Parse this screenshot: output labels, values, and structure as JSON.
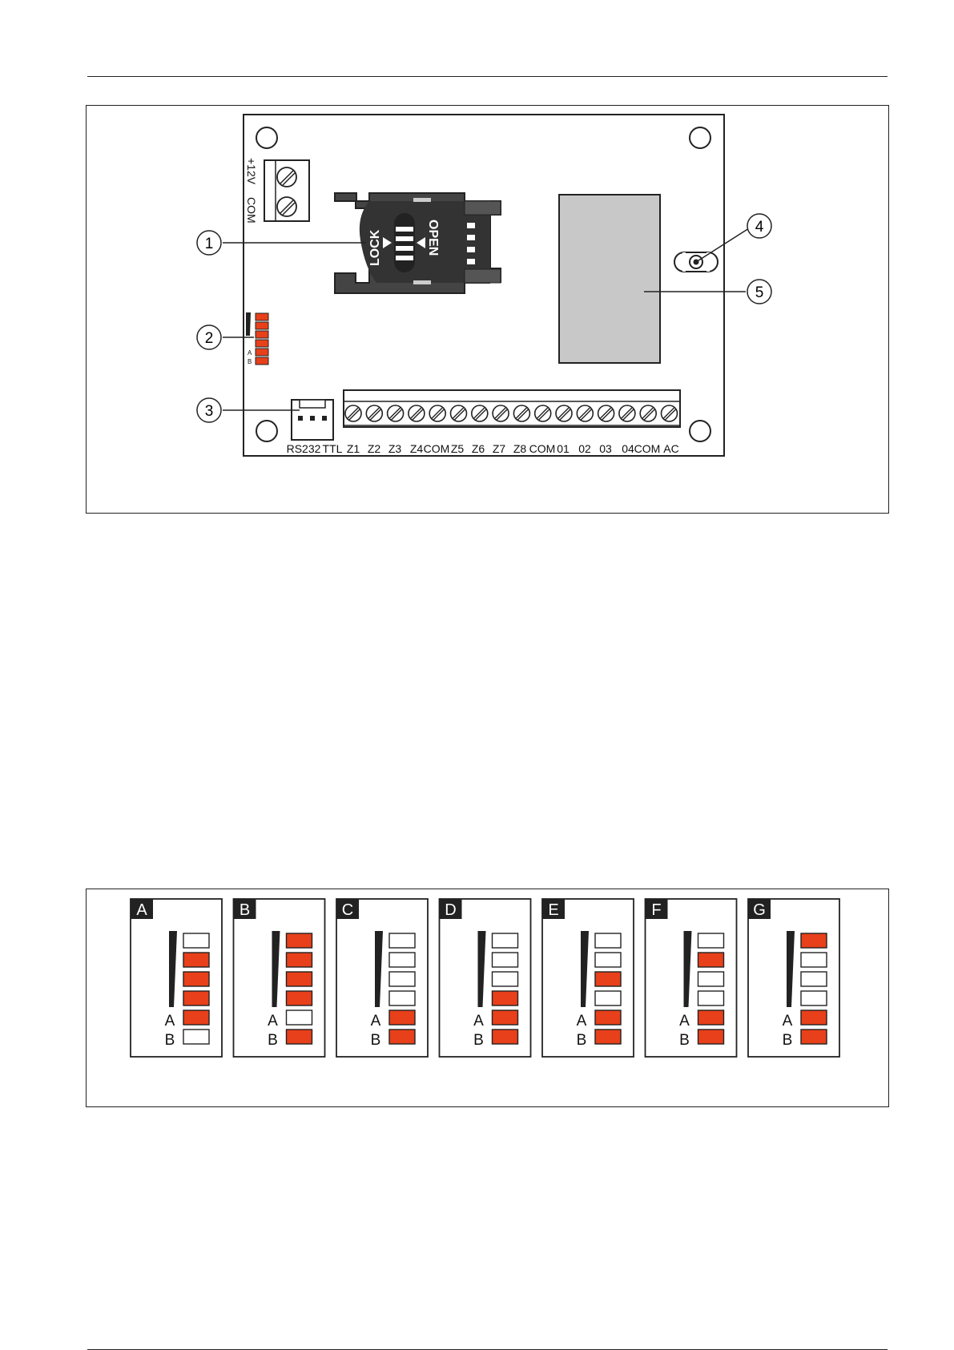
{
  "board": {
    "power_labels": [
      "+12V",
      "COM"
    ],
    "sim": {
      "lock_label": "LOCK",
      "open_label": "OPEN"
    },
    "terminals": [
      "RS232",
      "TTL",
      "Z1",
      "Z2",
      "Z3",
      "Z4",
      "COM",
      "Z5",
      "Z6",
      "Z7",
      "Z8",
      "COM",
      "01",
      "02",
      "03",
      "04",
      "COM",
      "AC"
    ],
    "led_small_labels": [
      "A",
      "B"
    ],
    "callouts": [
      "1",
      "2",
      "3",
      "4",
      "5"
    ]
  },
  "led_states": {
    "led_labels": [
      "A",
      "B"
    ],
    "panels": [
      {
        "letter": "A",
        "leds": [
          false,
          true,
          true,
          true,
          true,
          false
        ]
      },
      {
        "letter": "B",
        "leds": [
          true,
          true,
          true,
          true,
          false,
          true
        ]
      },
      {
        "letter": "C",
        "leds": [
          false,
          false,
          false,
          false,
          true,
          true
        ]
      },
      {
        "letter": "D",
        "leds": [
          false,
          false,
          false,
          true,
          true,
          true
        ]
      },
      {
        "letter": "E",
        "leds": [
          false,
          false,
          true,
          false,
          true,
          true
        ]
      },
      {
        "letter": "F",
        "leds": [
          false,
          true,
          false,
          false,
          true,
          true
        ]
      },
      {
        "letter": "G",
        "leds": [
          true,
          false,
          false,
          false,
          true,
          true
        ]
      }
    ],
    "on_color": "#e8401a",
    "off_color": "#ffffff"
  },
  "colors": {
    "led_red": "#e8401a",
    "sim_dark": "#444444",
    "module_gray": "#c8c8c8"
  }
}
